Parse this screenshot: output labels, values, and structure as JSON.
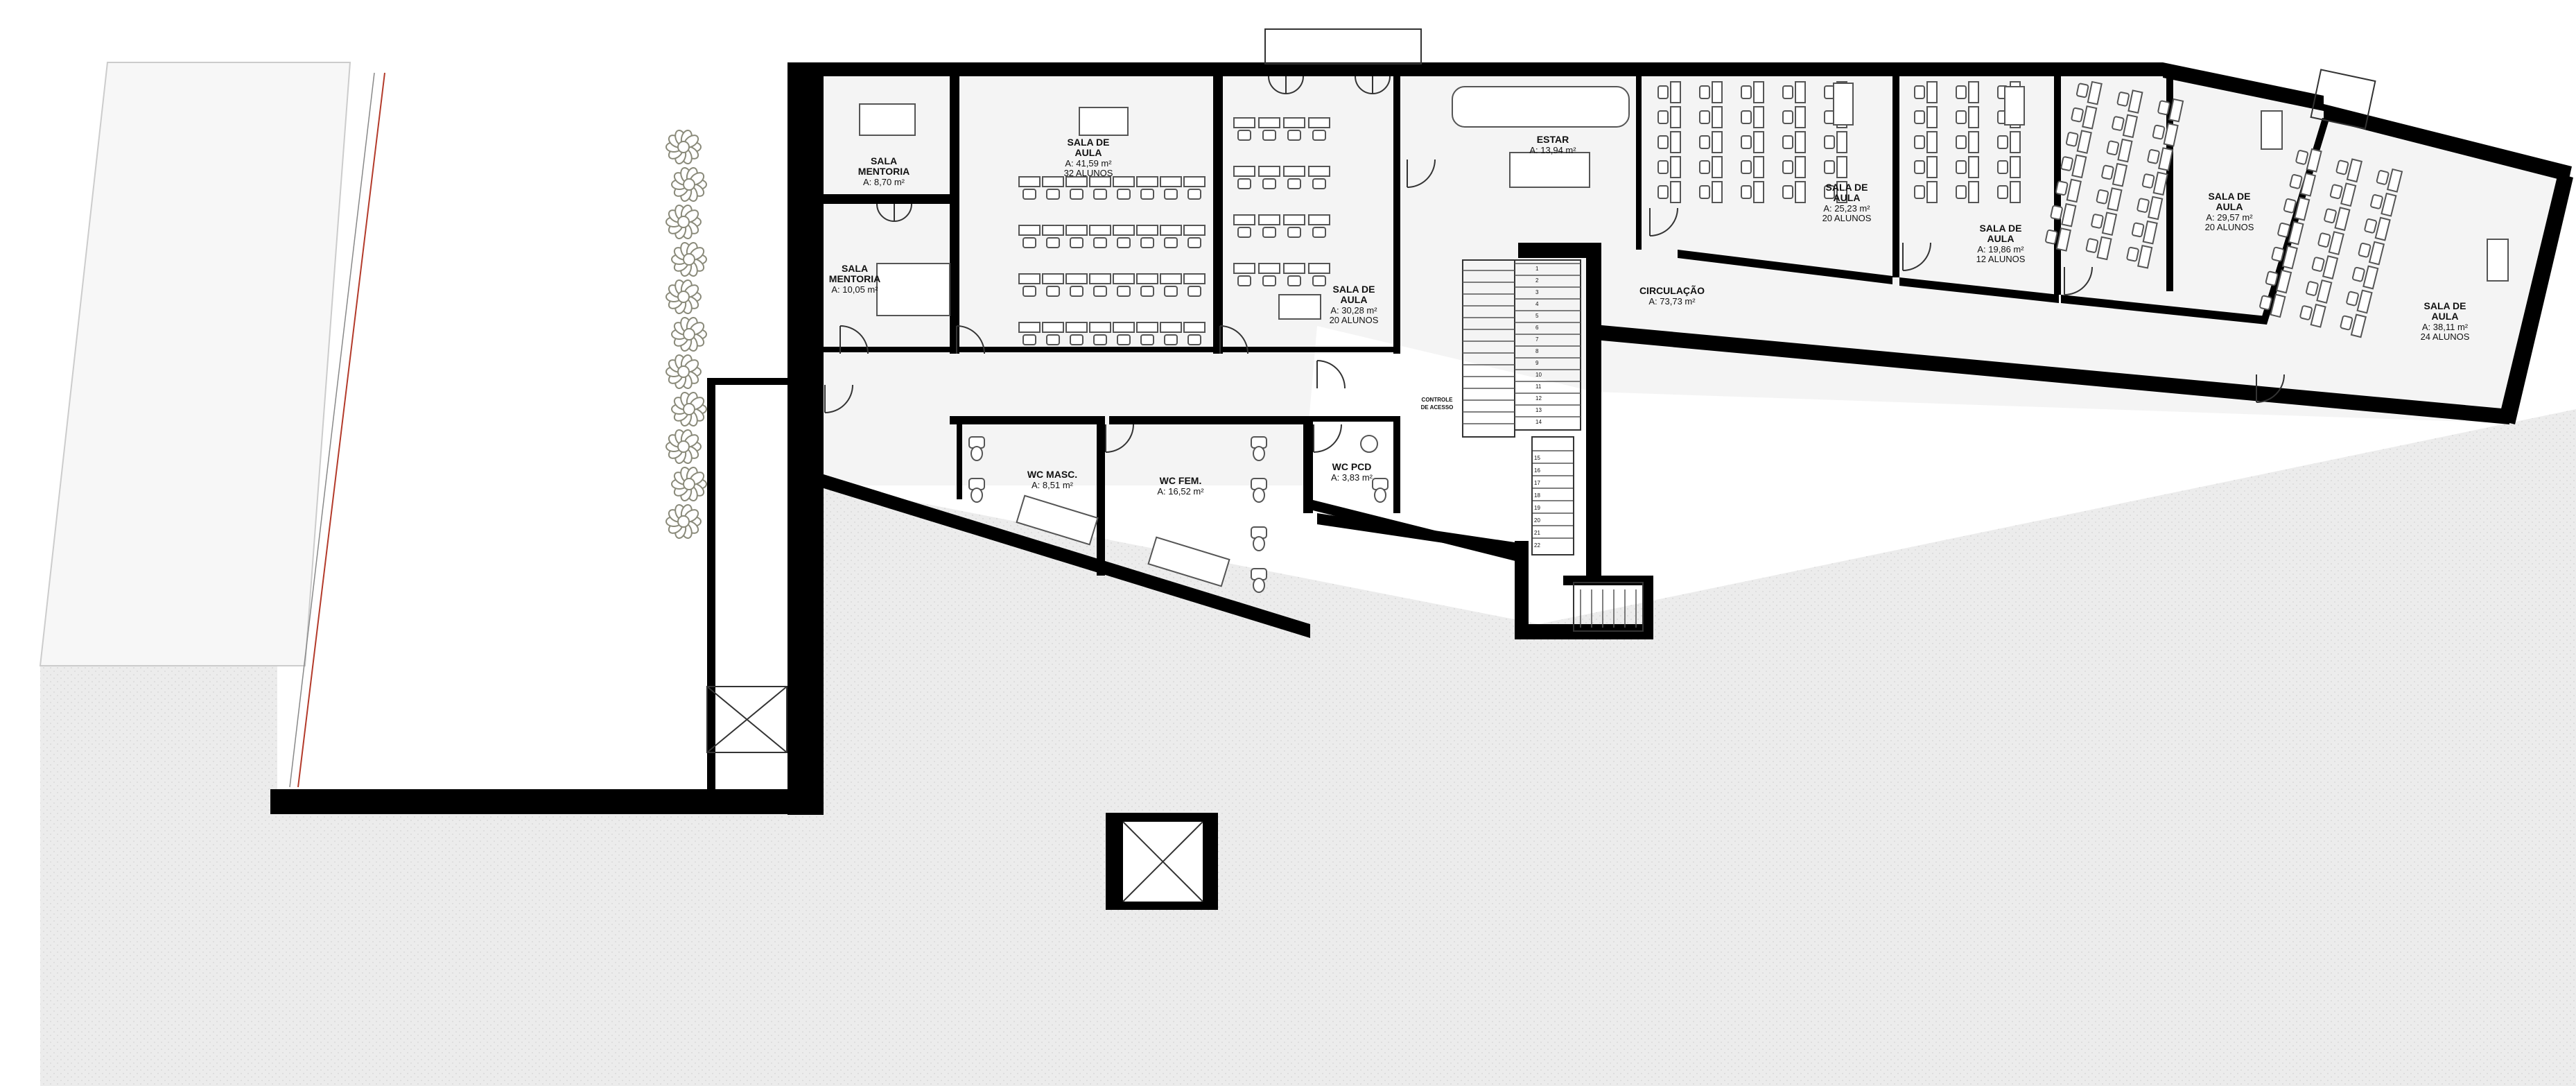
{
  "rooms": {
    "mentoria1": {
      "lines": [
        "SALA",
        "MENTORIA"
      ],
      "area": "A: 8,70 m²"
    },
    "mentoria2": {
      "lines": [
        "SALA",
        "MENTORIA"
      ],
      "area": "A: 10,05 m²"
    },
    "aula1": {
      "lines": [
        "SALA DE",
        "AULA"
      ],
      "area": "A: 41,59 m²",
      "students": "32 ALUNOS"
    },
    "aula2": {
      "lines": [
        "SALA DE",
        "AULA"
      ],
      "area": "A: 30,28 m²",
      "students": "20 ALUNOS"
    },
    "estar": {
      "lines": [
        "ESTAR"
      ],
      "area": "A: 13,94 m²"
    },
    "aula3": {
      "lines": [
        "SALA DE",
        "AULA"
      ],
      "area": "A: 25,23 m²",
      "students": "20 ALUNOS"
    },
    "aula4": {
      "lines": [
        "SALA DE",
        "AULA"
      ],
      "area": "A: 19,86 m²",
      "students": "12 ALUNOS"
    },
    "aula5": {
      "lines": [
        "SALA DE",
        "AULA"
      ],
      "area": "A: 29,57 m²",
      "students": "20 ALUNOS"
    },
    "aula6": {
      "lines": [
        "SALA DE",
        "AULA"
      ],
      "area": "A: 38,11 m²",
      "students": "24 ALUNOS"
    },
    "circulacao": {
      "lines": [
        "CIRCULAÇÃO"
      ],
      "area": "A: 73,73 m²"
    },
    "wc_masc": {
      "lines": [
        "WC MASC."
      ],
      "area": "A: 8,51 m²"
    },
    "wc_fem": {
      "lines": [
        "WC FEM."
      ],
      "area": "A: 16,52 m²"
    },
    "wc_pcd": {
      "lines": [
        "WC PCD"
      ],
      "area": "A: 3,83 m²"
    },
    "controle": {
      "lines": [
        "CONTROLE",
        "DE ACESSO"
      ]
    }
  },
  "stair_numbers": [
    "1",
    "2",
    "3",
    "4",
    "5",
    "6",
    "7",
    "8",
    "9",
    "10",
    "11",
    "12",
    "13",
    "14",
    "15",
    "16",
    "17",
    "18",
    "19",
    "20",
    "21",
    "22"
  ],
  "colors": {
    "wall": "#000000",
    "floor": "#f4f4f4",
    "site": "#e8e8e8",
    "property_line": "#b33a2a",
    "tree": "#8a8a7a"
  }
}
